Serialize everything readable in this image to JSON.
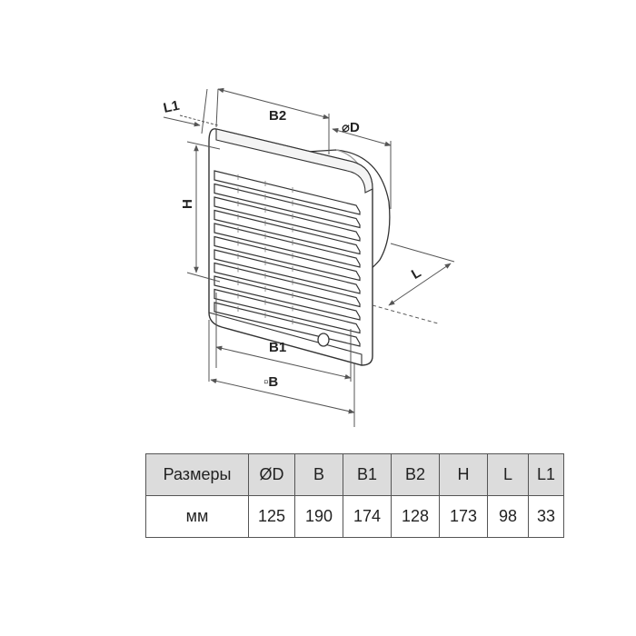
{
  "dimension_labels": {
    "l1": "L1",
    "b2": "B2",
    "diameter": "⌀D",
    "h": "H",
    "l": "L",
    "b1": "B1",
    "b": "▫B"
  },
  "table": {
    "header": [
      "Размеры",
      "ØD",
      "B",
      "B1",
      "B2",
      "H",
      "L",
      "L1"
    ],
    "row": [
      "мм",
      "125",
      "190",
      "174",
      "128",
      "173",
      "98",
      "33"
    ]
  }
}
